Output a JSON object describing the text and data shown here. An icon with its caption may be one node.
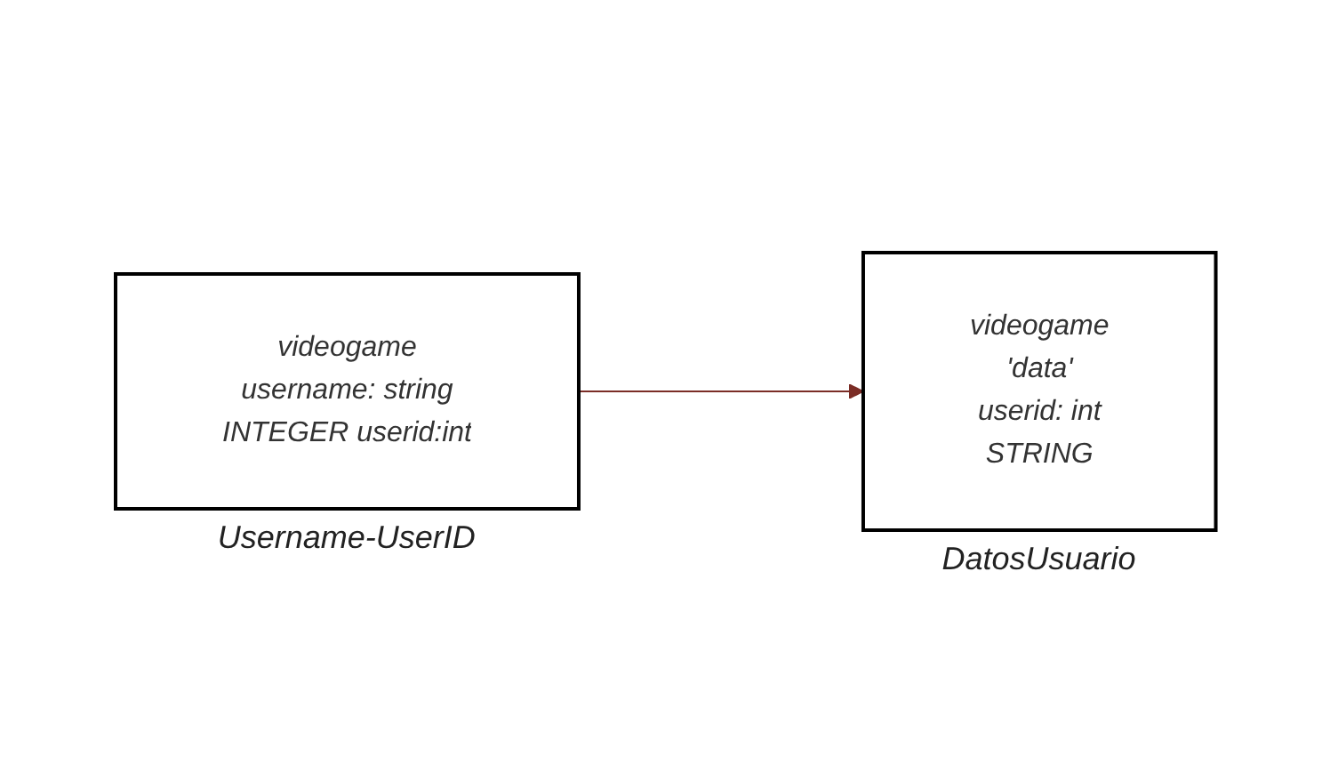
{
  "diagram": {
    "nodes": [
      {
        "text": [
          "videogame",
          "username: string",
          "INTEGER userid:int"
        ],
        "beside": [
          "Username-UserID"
        ]
      },
      {
        "text": [
          "videogame",
          "'data'",
          "userid: int",
          "STRING"
        ],
        "beside": [
          "DatosUsuario"
        ]
      }
    ],
    "edges": [
      {
        "from": 0,
        "to": 1,
        "arrow": "to",
        "color": "#7b2d26"
      }
    ]
  }
}
